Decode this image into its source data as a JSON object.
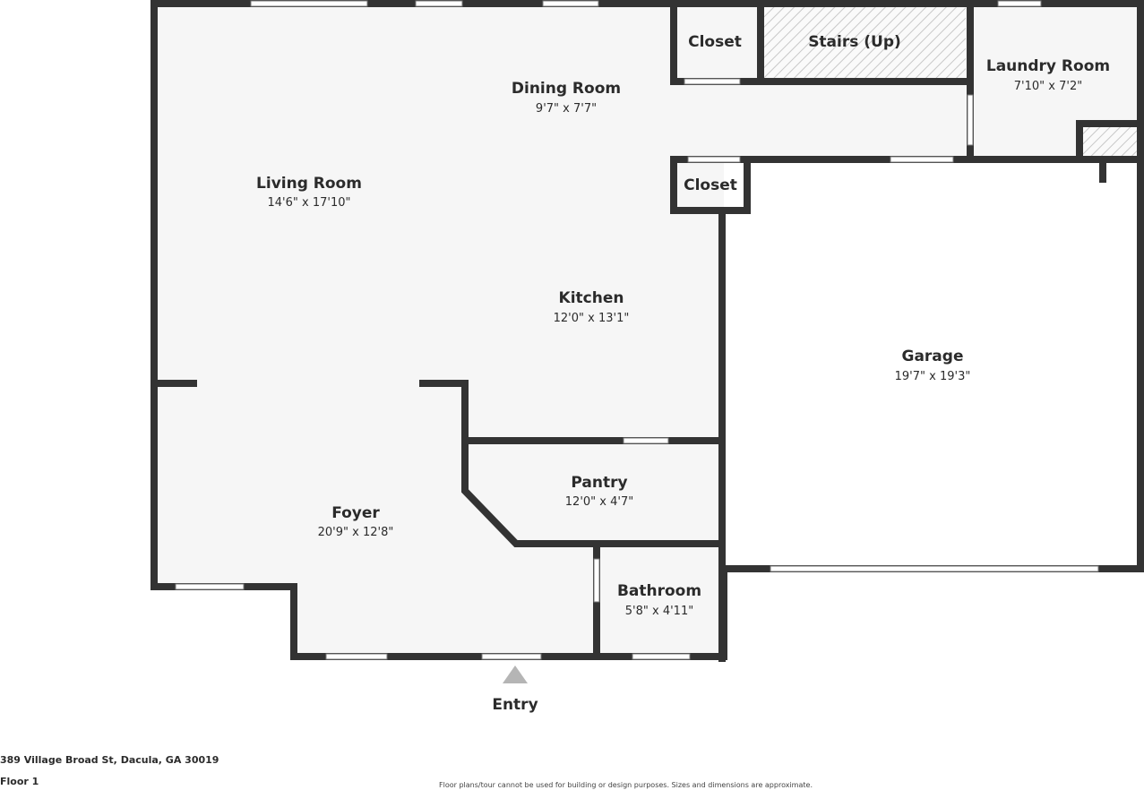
{
  "rooms": {
    "living_room": {
      "name": "Living Room",
      "dim": "14'6\" x 17'10\""
    },
    "dining_room": {
      "name": "Dining Room",
      "dim": "9'7\" x 7'7\""
    },
    "kitchen": {
      "name": "Kitchen",
      "dim": "12'0\" x 13'1\""
    },
    "foyer": {
      "name": "Foyer",
      "dim": "20'9\" x 12'8\""
    },
    "pantry": {
      "name": "Pantry",
      "dim": "12'0\" x 4'7\""
    },
    "bathroom": {
      "name": "Bathroom",
      "dim": "5'8\" x 4'11\""
    },
    "garage": {
      "name": "Garage",
      "dim": "19'7\" x 19'3\""
    },
    "laundry_room": {
      "name": "Laundry Room",
      "dim": "7'10\" x 7'2\""
    },
    "closet_top": {
      "name": "Closet"
    },
    "closet_mid": {
      "name": "Closet"
    },
    "stairs": {
      "name": "Stairs (Up)"
    }
  },
  "entry_label": "Entry",
  "footer": {
    "address": "389 Village Broad St, Dacula, GA 30019",
    "floor": "Floor 1",
    "disclaimer": "Floor plans/tour cannot be used for building or design purposes. Sizes and dimensions are approximate."
  },
  "colors": {
    "wall": "#333333",
    "floor": "#f6f6f6",
    "window": "#ffffff",
    "stairs_hatch": "#c8c8c8",
    "entry_marker": "#b5b5b5"
  }
}
